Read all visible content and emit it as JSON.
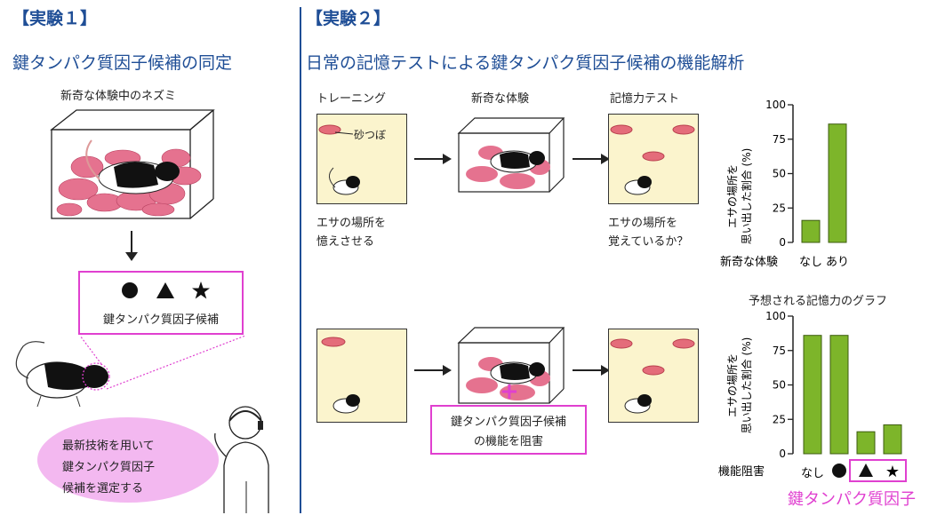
{
  "exp1": {
    "title": "【実験１】",
    "subtitle": "鍵タンパク質因子候補の同定",
    "cage_caption": "新奇な体験中のネズミ",
    "candidates_label": "鍵タンパク質因子候補",
    "bubble_text_1": "最新技術を用いて",
    "bubble_text_2": "鍵タンパク質因子",
    "bubble_text_3": "候補を選定する"
  },
  "exp2": {
    "title": "【実験２】",
    "subtitle": "日常の記憶テストによる鍵タンパク質因子候補の機能解析",
    "step_training": "トレーニング",
    "step_novel": "新奇な体験",
    "step_test": "記憶力テスト",
    "sand_label": "砂つぼ",
    "caption_training_1": "エサの場所を",
    "caption_training_2": "憶えさせる",
    "caption_test_1": "エサの場所を",
    "caption_test_2": "覚えているか？",
    "inhibit_plus": "+",
    "inhibit_1": "鍵タンパク質因子候補",
    "inhibit_2": "の機能を阻害",
    "graph2_title": "予想される記憶力のグラフ",
    "key_factor_label": "鍵タンパク質因子"
  },
  "colors": {
    "accent_blue": "#1f4e96",
    "bar_green": "#7db52a",
    "pink_box": "#e040d0",
    "panel_yellow": "#fbf4cd"
  },
  "chart_data": [
    {
      "type": "bar",
      "ylabel_1": "エサの場所を",
      "ylabel_2": "思い出した割合 (%)",
      "yticks": [
        "100",
        "75",
        "50",
        "25",
        "0"
      ],
      "ylim": [
        0,
        100
      ],
      "xlabel": "新奇な体験",
      "categories": [
        "なし",
        "あり"
      ],
      "values": [
        16,
        86
      ]
    },
    {
      "type": "bar",
      "title": "予想される記憶力のグラフ",
      "ylabel_1": "エサの場所を",
      "ylabel_2": "思い出した割合 (%)",
      "yticks": [
        "100",
        "75",
        "50",
        "25",
        "0"
      ],
      "ylim": [
        0,
        100
      ],
      "xlabel": "機能阻害",
      "categories": [
        "なし",
        "●",
        "▲",
        "★"
      ],
      "values": [
        86,
        86,
        16,
        21
      ]
    }
  ]
}
